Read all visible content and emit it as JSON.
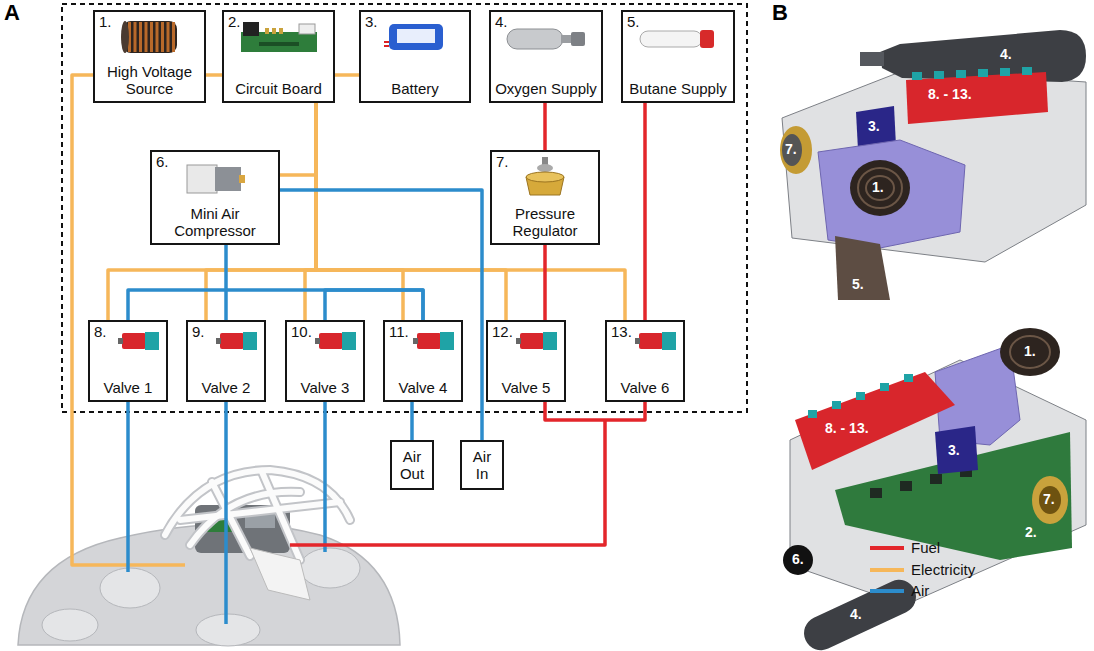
{
  "diagram": {
    "nodes": [
      {
        "text": [
          "1.",
          "High Voltage Source"
        ]
      },
      {
        "text": [
          "2.",
          "Circuit Board"
        ]
      },
      {
        "text": [
          "3.",
          "Battery"
        ]
      },
      {
        "text": [
          "4.",
          "Oxygen Supply"
        ]
      },
      {
        "text": [
          "5.",
          "Butane Supply"
        ]
      },
      {
        "text": [
          "6.",
          "Mini Air Compressor"
        ]
      },
      {
        "text": [
          "7.",
          "Pressure Regulator"
        ]
      },
      {
        "text": [
          "8.",
          "Valve 1"
        ]
      },
      {
        "text": [
          "9.",
          "Valve 2"
        ]
      },
      {
        "text": [
          "10.",
          "Valve 3"
        ]
      },
      {
        "text": [
          "11.",
          "Valve 4"
        ]
      },
      {
        "text": [
          "12.",
          "Valve 5"
        ]
      },
      {
        "text": [
          "13.",
          "Valve 6"
        ]
      },
      {
        "text": [
          "Air Out"
        ]
      },
      {
        "text": [
          "Air In"
        ]
      }
    ],
    "edges": [
      {
        "from": 1,
        "to": 0,
        "arrow": "none"
      },
      {
        "from": 1,
        "to": 2,
        "arrow": "none"
      },
      {
        "from": 1,
        "to": 5,
        "arrow": "none"
      },
      {
        "from": 1,
        "to": 7,
        "arrow": "none"
      },
      {
        "from": 1,
        "to": 8,
        "arrow": "none"
      },
      {
        "from": 1,
        "to": 9,
        "arrow": "none"
      },
      {
        "from": 1,
        "to": 10,
        "arrow": "none"
      },
      {
        "from": 1,
        "to": 11,
        "arrow": "none"
      },
      {
        "from": 1,
        "to": 12,
        "arrow": "none"
      },
      {
        "from": 3,
        "to": 6,
        "arrow": "none"
      },
      {
        "from": 6,
        "to": 11,
        "arrow": "none"
      },
      {
        "from": 4,
        "to": 12,
        "arrow": "none"
      },
      {
        "from": 5,
        "to": 8,
        "arrow": "none"
      },
      {
        "from": 5,
        "to": 14,
        "arrow": "none"
      },
      {
        "from": 7,
        "to": 10,
        "arrow": "none"
      },
      {
        "from": 9,
        "to": 10,
        "arrow": "none"
      },
      {
        "from": 10,
        "to": 13,
        "arrow": "none"
      }
    ],
    "labels": [
      "A",
      "B",
      "4.",
      "8. - 13.",
      "7.",
      "3.",
      "1.",
      "5.",
      "1.",
      "3.",
      "8. - 13.",
      "7.",
      "2.",
      "6.",
      "4."
    ],
    "legend": [
      {
        "text": "Fuel",
        "color": "#e3262b"
      },
      {
        "text": "Electricity",
        "color": "#f6b75a"
      },
      {
        "text": "Air",
        "color": "#2c8ccc"
      }
    ]
  }
}
